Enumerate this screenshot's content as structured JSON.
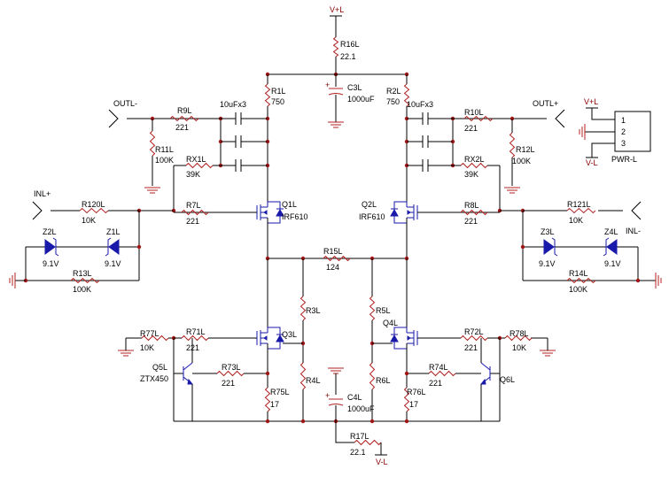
{
  "nets": {
    "vpos": "V+L",
    "vneg": "V-L",
    "outn": "OUTL-",
    "outp": "OUTL+",
    "inp": "INL+",
    "inn": "INL-"
  },
  "parts": {
    "R16L": [
      "R16L",
      "22.1"
    ],
    "C3L": [
      "C3L",
      "1000uF"
    ],
    "R1L": [
      "R1L",
      "750"
    ],
    "R2L": [
      "R2L",
      "750"
    ],
    "CL": [
      "10uFx3"
    ],
    "CR": [
      "10uFx3"
    ],
    "R9L": [
      "R9L",
      "221"
    ],
    "R10L": [
      "R10L",
      "221"
    ],
    "R11L": [
      "R11L",
      "100K"
    ],
    "R12L": [
      "R12L",
      "100K"
    ],
    "RX1L": [
      "RX1L",
      "39K"
    ],
    "RX2L": [
      "RX2L",
      "39K"
    ],
    "R7L": [
      "R7L",
      "221"
    ],
    "R8L": [
      "R8L",
      "221"
    ],
    "R120L": [
      "R120L",
      "10K"
    ],
    "R121L": [
      "R121L",
      "10K"
    ],
    "Q1L": [
      "Q1L",
      "IRF610"
    ],
    "Q2L": [
      "Q2L",
      "IRF610"
    ],
    "Z2L": [
      "Z2L",
      "9.1V"
    ],
    "Z1L": [
      "Z1L",
      "9.1V"
    ],
    "Z3L": [
      "Z3L",
      "9.1V"
    ],
    "Z4L": [
      "Z4L",
      "9.1V"
    ],
    "R13L": [
      "R13L",
      "100K"
    ],
    "R14L": [
      "R14L",
      "100K"
    ],
    "R15L": [
      "R15L",
      "124"
    ],
    "R3L": [
      "R3L"
    ],
    "R4L": [
      "R4L"
    ],
    "R5L": [
      "R5L"
    ],
    "R6L": [
      "R6L"
    ],
    "Q3L": [
      "Q3L"
    ],
    "Q4L": [
      "Q4L"
    ],
    "R77L": [
      "R77L",
      "10K"
    ],
    "R78L": [
      "R78L",
      "10K"
    ],
    "R71L": [
      "R71L",
      "221"
    ],
    "R72L": [
      "R72L",
      "221"
    ],
    "R73L": [
      "R73L",
      "221"
    ],
    "R74L": [
      "R74L",
      "221"
    ],
    "Q5L": [
      "Q5L",
      "ZTX450"
    ],
    "Q6L": [
      "Q6L"
    ],
    "R75L": [
      "R75L",
      "17"
    ],
    "R76L": [
      "R76L",
      "17"
    ],
    "C4L": [
      "C4L",
      "1000uF"
    ],
    "R17L": [
      "R17L",
      "22.1"
    ]
  },
  "connector": {
    "vpos": "V+L",
    "vneg": "V-L",
    "name": "PWR-L",
    "pins": [
      "1",
      "2",
      "3"
    ]
  },
  "colors": {
    "wire": "#000000",
    "part": "#b02020",
    "semiconductor": "#1a1aaa",
    "junction": "#a01515"
  }
}
